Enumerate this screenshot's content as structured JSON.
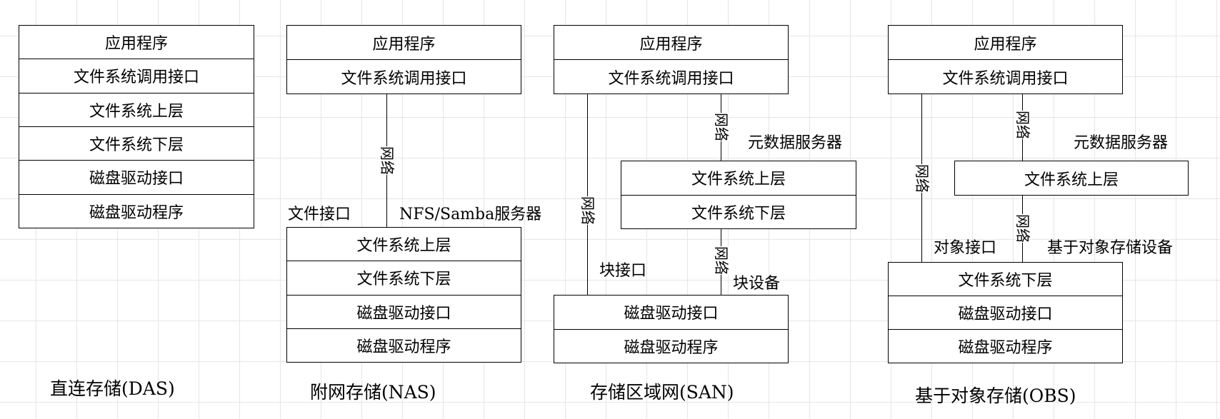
{
  "das": {
    "caption": "直连存储(DAS)",
    "stack": [
      "应用程序",
      "文件系统调用接口",
      "文件系统上层",
      "文件系统下层",
      "磁盘驱动接口",
      "磁盘驱动程序"
    ]
  },
  "nas": {
    "caption": "附网存储(NAS)",
    "client": [
      "应用程序",
      "文件系统调用接口"
    ],
    "server": [
      "文件系统上层",
      "文件系统下层",
      "磁盘驱动接口",
      "磁盘驱动程序"
    ],
    "network": "网络",
    "interface_label": "文件接口",
    "server_label": "NFS/Samba服务器"
  },
  "san": {
    "caption": "存储区域网(SAN)",
    "client": [
      "应用程序",
      "文件系统调用接口"
    ],
    "metadata": [
      "文件系统上层",
      "文件系统下层"
    ],
    "device": [
      "磁盘驱动接口",
      "磁盘驱动程序"
    ],
    "network": "网络",
    "metadata_label": "元数据服务器",
    "block_interface_label": "块接口",
    "block_device_label": "块设备"
  },
  "obs": {
    "caption": "基于对象存储(OBS)",
    "client": [
      "应用程序",
      "文件系统调用接口"
    ],
    "metadata": [
      "文件系统上层"
    ],
    "device": [
      "文件系统下层",
      "磁盘驱动接口",
      "磁盘驱动程序"
    ],
    "network": "网络",
    "metadata_label": "元数据服务器",
    "object_interface_label": "对象接口",
    "device_label": "基于对象存储设备"
  }
}
